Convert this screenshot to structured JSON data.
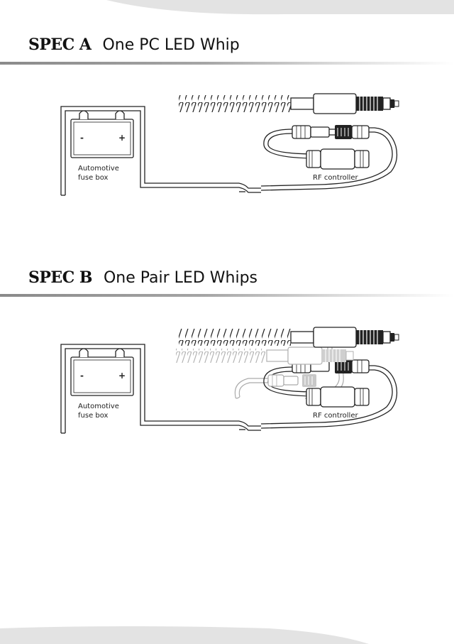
{
  "spec_a": {
    "code": "SPEC A",
    "title": "One PC LED Whip",
    "battery_minus": "-",
    "battery_plus": "+",
    "fuse_label_line1": "Automotive",
    "fuse_label_line2": "fuse box",
    "controller_label": "RF controller"
  },
  "spec_b": {
    "code": "SPEC B",
    "title": "One Pair LED Whips",
    "battery_minus": "-",
    "battery_plus": "+",
    "fuse_label_line1": "Automotive",
    "fuse_label_line2": "fuse box",
    "controller_label": "RF controller"
  }
}
